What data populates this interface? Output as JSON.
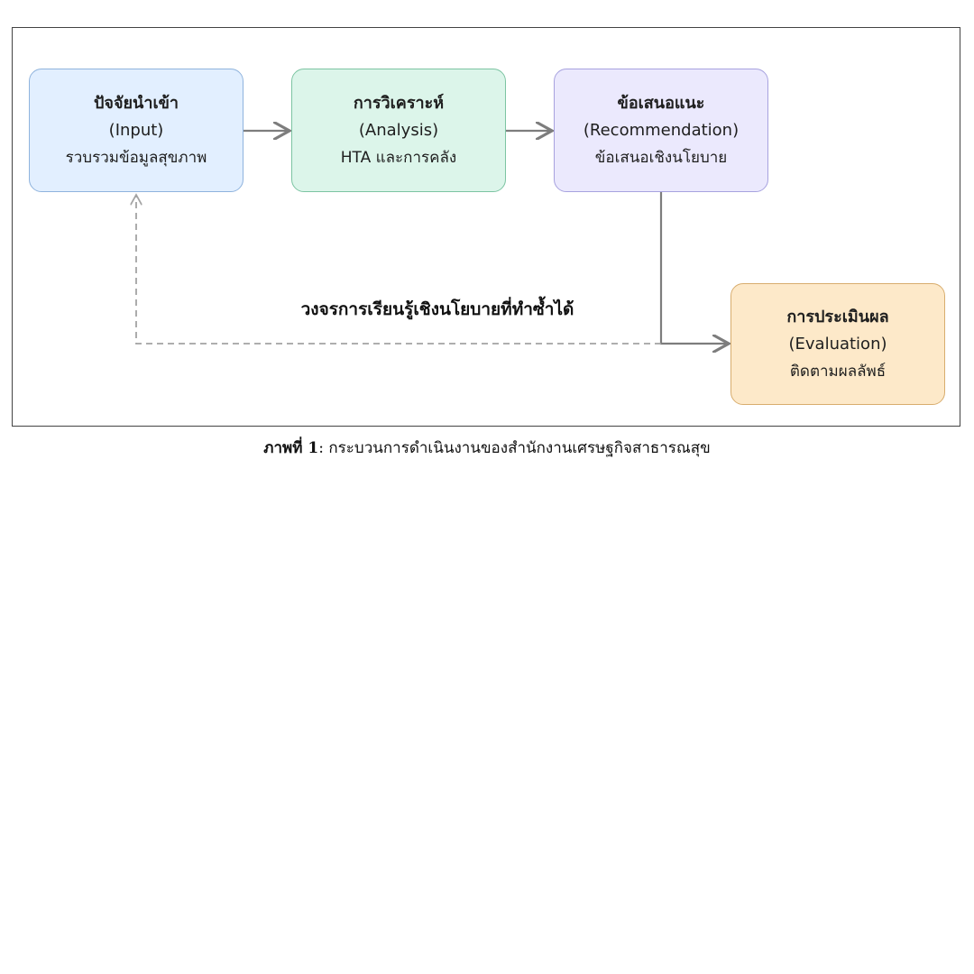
{
  "nodes": {
    "input": {
      "title": "ปัจจัยนำเข้า",
      "subtitle": "(Input)",
      "description": "รวบรวมข้อมูลสุขภาพ",
      "fill": "#e2efff",
      "border": "#8fb3dd"
    },
    "analysis": {
      "title": "การวิเคราะห์",
      "subtitle": "(Analysis)",
      "description": "HTA และการคลัง",
      "fill": "#dcf5ea",
      "border": "#7cc4a2"
    },
    "recommendation": {
      "title": "ข้อเสนอแนะ",
      "subtitle": "(Recommendation)",
      "description": "ข้อเสนอเชิงนโยบาย",
      "fill": "#ebe9fd",
      "border": "#a7a2df"
    },
    "evaluation": {
      "title": "การประเมินผล",
      "subtitle": "(Evaluation)",
      "description": "ติดตามผลลัพธ์",
      "fill": "#fde9c9",
      "border": "#d8ad6e"
    }
  },
  "loop_label": "วงจรการเรียนรู้เชิงนโยบายที่ทำซ้ำได้",
  "caption": {
    "label": "ภาพที่ 1",
    "text": ": กระบวนการดำเนินงานของสำนักงานเศรษฐกิจสาธารณสุข"
  },
  "colors": {
    "arrow": "#7d7d7d",
    "dashed_arrow": "#a3a3a3",
    "frame_border": "#444444"
  }
}
